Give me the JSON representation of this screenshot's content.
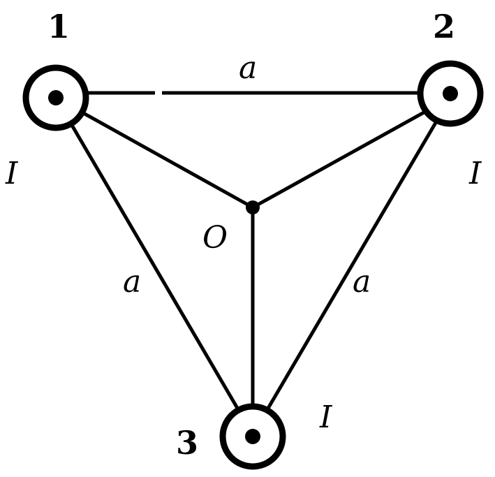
{
  "wires": [
    {
      "number": "1",
      "current": "I"
    },
    {
      "number": "2",
      "current": "I"
    },
    {
      "number": "3",
      "current": "I"
    }
  ],
  "side_label": "a",
  "center_label": "O",
  "colors": {
    "ink": "#000000",
    "background": "#ffffff"
  }
}
